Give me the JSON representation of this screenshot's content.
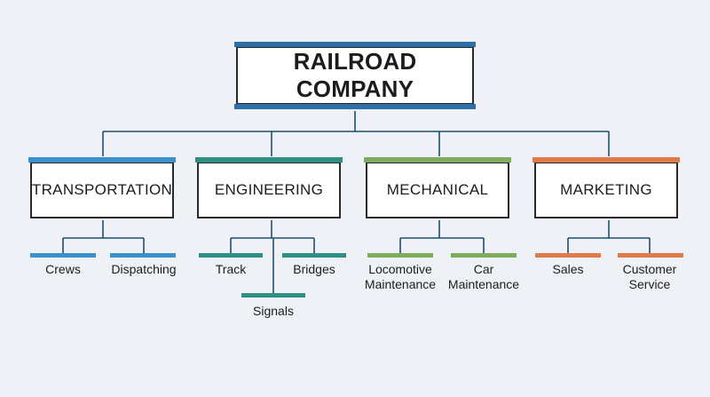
{
  "root": {
    "label": "RAILROAD COMPANY",
    "color": "#2e6fa8"
  },
  "departments": [
    {
      "label": "TRANSPORTATION",
      "color": "#3a8fcd",
      "units": [
        "Crews",
        "Dispatching"
      ]
    },
    {
      "label": "ENGINEERING",
      "color": "#2e8f84",
      "units": [
        "Track",
        "Bridges",
        "Signals"
      ]
    },
    {
      "label": "MECHANICAL",
      "color": "#7eab5e",
      "units": [
        "Locomotive Maintenance",
        "Car Maintenance"
      ]
    },
    {
      "label": "MARKETING",
      "color": "#e07a4a",
      "units": [
        "Sales",
        "Customer Service"
      ]
    }
  ]
}
